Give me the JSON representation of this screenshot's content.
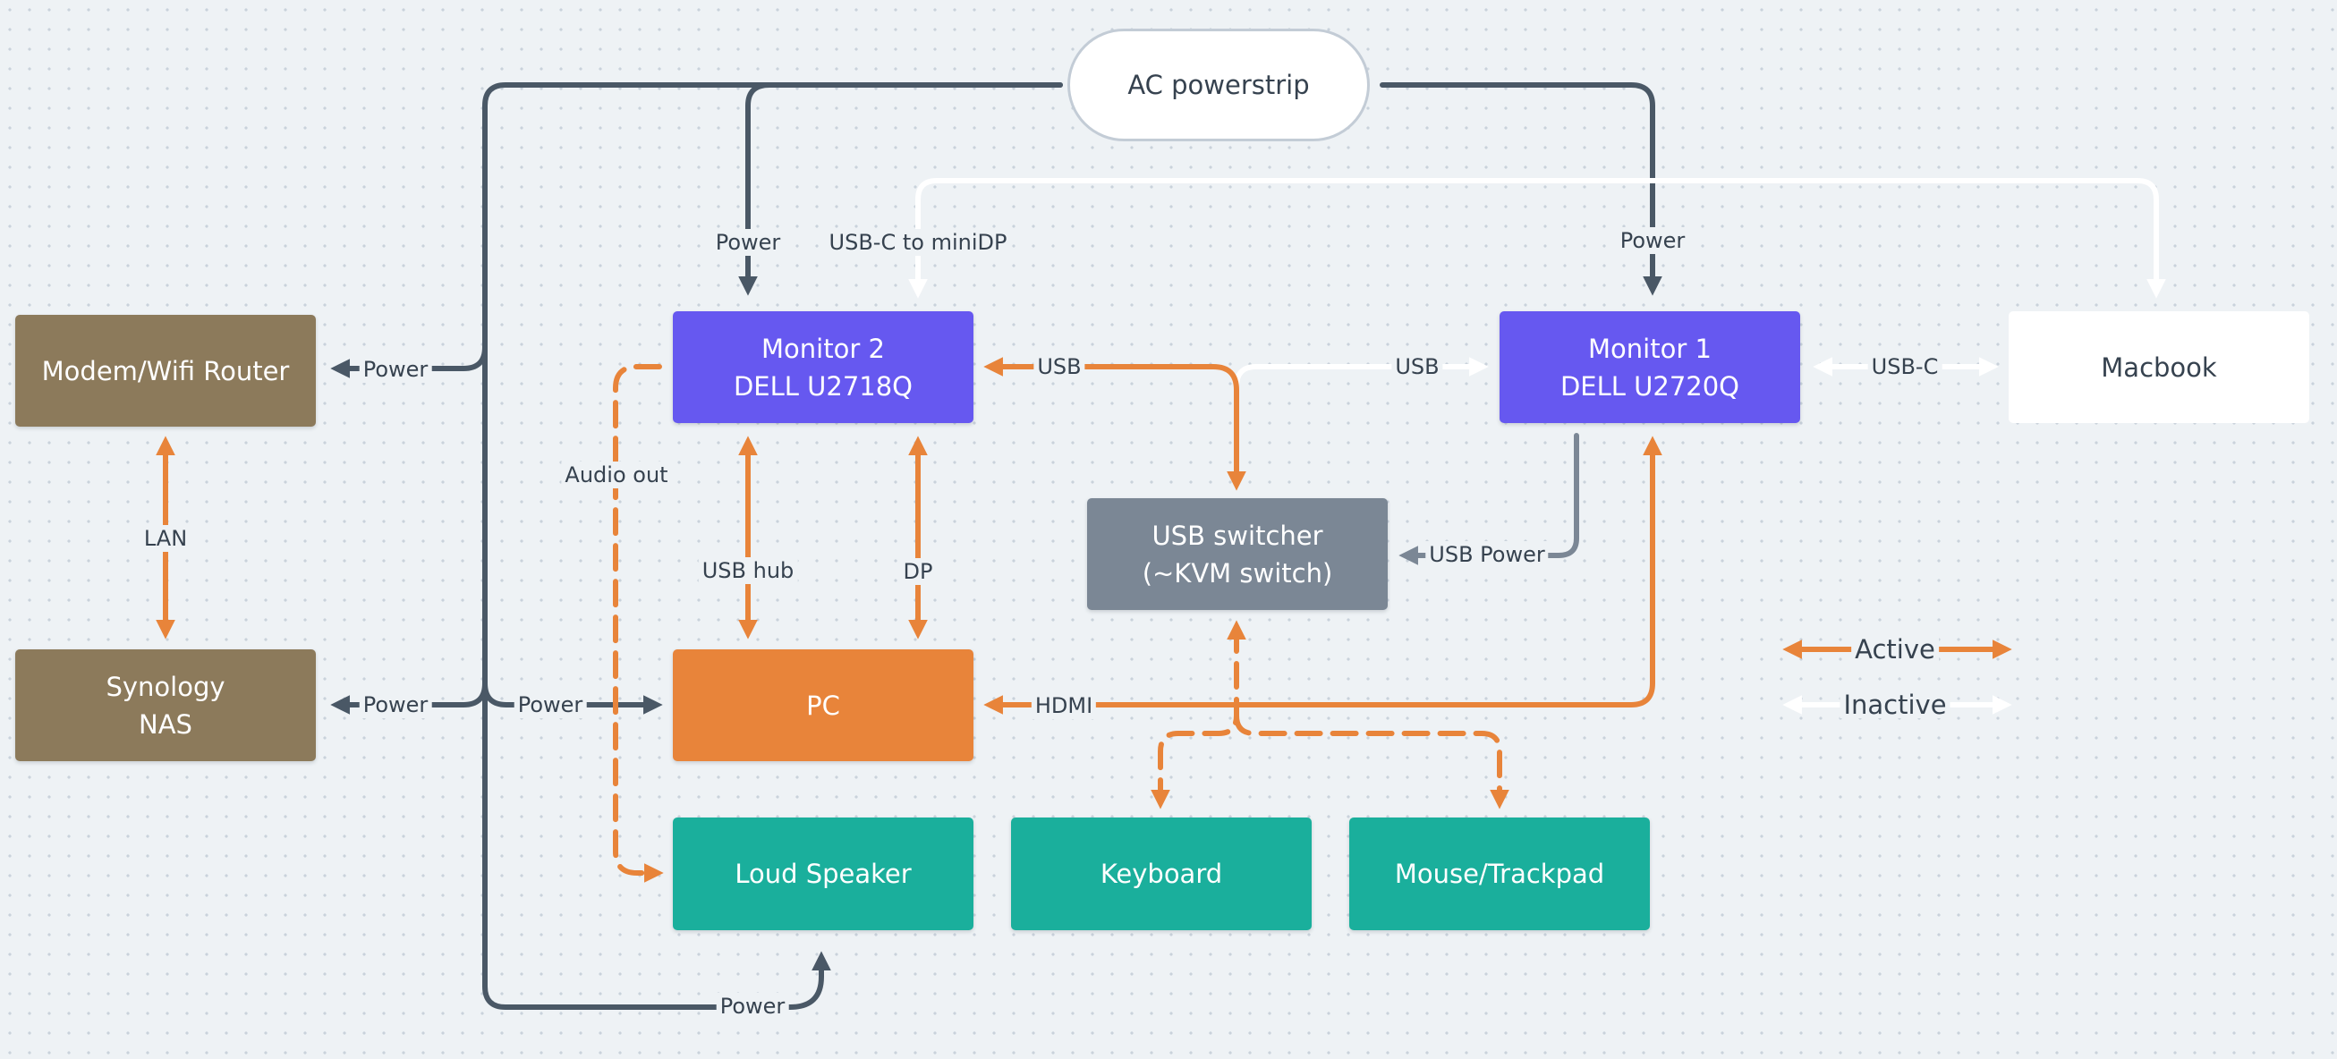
{
  "colors": {
    "modem": "#8c7a5b",
    "nas": "#8c7a5b",
    "monitor": "#6658f0",
    "pc": "#e8843a",
    "switcher": "#7b8795",
    "peripheral": "#1aaf9c",
    "macbook": "#ffffff",
    "active": "#e8843a",
    "inactive": "#ffffff",
    "power": "#4a5866",
    "usb_power": "#7b8795",
    "text_dark": "#36424f"
  },
  "nodes": {
    "powerstrip": "AC powerstrip",
    "modem": "Modem/Wifi Router",
    "nas": "Synology\nNAS",
    "monitor2": "Monitor 2\nDELL U2718Q",
    "monitor1": "Monitor 1\nDELL U2720Q",
    "macbook": "Macbook",
    "switcher": "USB switcher\n(~KVM switch)",
    "pc": "PC",
    "speaker": "Loud Speaker",
    "keyboard": "Keyboard",
    "mouse": "Mouse/Trackpad"
  },
  "edge_labels": {
    "power_monitor2": "Power",
    "usbc_minidp": "USB-C to miniDP",
    "power_monitor1": "Power",
    "power_modem": "Power",
    "usb_monitor2": "USB",
    "usb_monitor1": "USB",
    "usbc_macbook": "USB-C",
    "audio_out": "Audio out",
    "lan": "LAN",
    "usb_hub": "USB hub",
    "dp": "DP",
    "usb_power": "USB Power",
    "power_nas": "Power",
    "power_pc": "Power",
    "hdmi": "HDMI",
    "power_speaker": "Power"
  },
  "legend": {
    "active": "Active",
    "inactive": "Inactive"
  }
}
